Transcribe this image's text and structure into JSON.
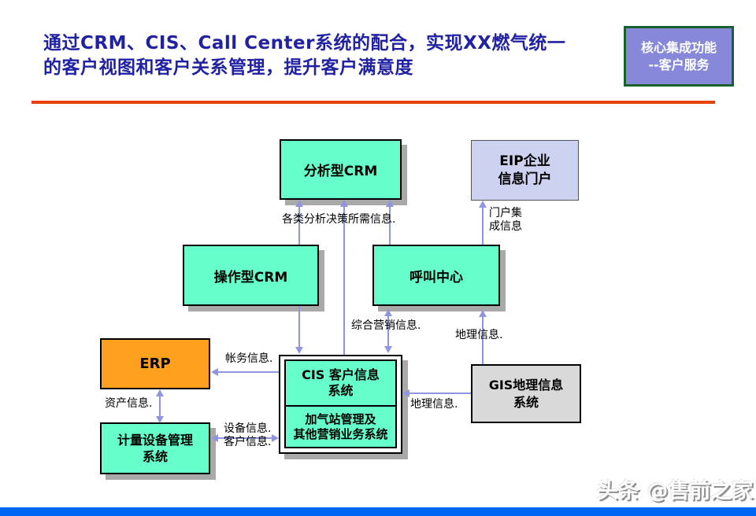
{
  "header": {
    "title_line1": "通过CRM、CIS、Call Center系统的配合，实现XX燃气统一",
    "title_line2": "的客户视图和客户关系管理，提升客户满意度",
    "badge_line1": "核心集成功能",
    "badge_line2": "--客户服务"
  },
  "nodes": {
    "analytical_crm": "分析型CRM",
    "eip_line1": "EIP企业",
    "eip_line2": "信息门户",
    "operational_crm": "操作型CRM",
    "call_center": "呼叫中心",
    "erp": "ERP",
    "cis_line1": "CIS 客户信息",
    "cis_line2": "系统",
    "cis_sub_line1": "加气站管理及",
    "cis_sub_line2": "其他营销业务系统",
    "gis_line1": "GIS地理信息",
    "gis_line2": "系统",
    "metering_line1": "计量设备管理",
    "metering_line2": "系统"
  },
  "edge_labels": {
    "analysis_info": "各类分析决策所需信息.",
    "portal_line1": "门户集",
    "portal_line2": "成信息",
    "marketing_info": "综合营销信息.",
    "geo_info_upper": "地理信息.",
    "geo_info_lower": "地理信息.",
    "account_info": "帐务信息.",
    "asset_info": "资产信息.",
    "device_info": "设备信息.",
    "customer_info": "客户信息."
  },
  "footer": {
    "watermark": "头条 @售前之家"
  },
  "colors": {
    "title_text": "#2121a3",
    "title_rule": "#e8430f",
    "node_green": "#66ffcc",
    "node_orange": "#ffa01e",
    "node_periwinkle": "#ccd2f0",
    "node_gray": "#d9d9d9",
    "badge_bg": "#8788d9",
    "badge_border": "#17612c",
    "arrow": "#9095e0",
    "shadow": "#a9a9a9",
    "bottom_bar": "#0066f2"
  }
}
